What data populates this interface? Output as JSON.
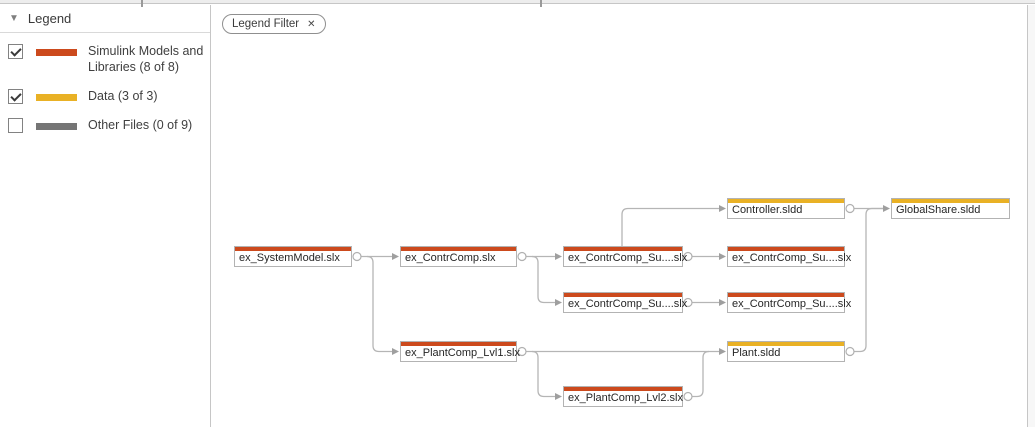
{
  "legend": {
    "title": "Legend",
    "items": [
      {
        "label": "Simulink Models and Libraries (8 of 8)",
        "checked": true,
        "color": "#CC4A1D"
      },
      {
        "label": "Data (3 of 3)",
        "checked": true,
        "color": "#E9B125"
      },
      {
        "label": "Other Files (0 of 9)",
        "checked": false,
        "color": "#757575"
      }
    ]
  },
  "filter_chip": {
    "label": "Legend Filter",
    "close_icon": "✕"
  },
  "graph": {
    "nodes": [
      {
        "id": "ex_SystemModel",
        "label": "ex_SystemModel.slx",
        "type": "model",
        "color": "#CC4A1D"
      },
      {
        "id": "ex_ContrComp",
        "label": "ex_ContrComp.slx",
        "type": "model",
        "color": "#CC4A1D"
      },
      {
        "id": "ex_ContrComp_Sub1",
        "label": "ex_ContrComp_Su....slx",
        "type": "model",
        "color": "#CC4A1D"
      },
      {
        "id": "ex_ContrComp_Sub2",
        "label": "ex_ContrComp_Su....slx",
        "type": "model",
        "color": "#CC4A1D"
      },
      {
        "id": "ex_ContrComp_Sub3",
        "label": "ex_ContrComp_Su....slx",
        "type": "model",
        "color": "#CC4A1D"
      },
      {
        "id": "ex_ContrComp_Sub4",
        "label": "ex_ContrComp_Su....slx",
        "type": "model",
        "color": "#CC4A1D"
      },
      {
        "id": "Controller",
        "label": "Controller.sldd",
        "type": "data",
        "color": "#E9B125"
      },
      {
        "id": "GlobalShare",
        "label": "GlobalShare.sldd",
        "type": "data",
        "color": "#E9B125"
      },
      {
        "id": "ex_PlantComp_Lvl1",
        "label": "ex_PlantComp_Lvl1.slx",
        "type": "model",
        "color": "#CC4A1D"
      },
      {
        "id": "Plant",
        "label": "Plant.sldd",
        "type": "data",
        "color": "#E9B125"
      },
      {
        "id": "ex_PlantComp_Lvl2",
        "label": "ex_PlantComp_Lvl2.slx",
        "type": "model",
        "color": "#CC4A1D"
      }
    ],
    "edges": [
      {
        "from": "ex_SystemModel",
        "to": "ex_ContrComp"
      },
      {
        "from": "ex_SystemModel",
        "to": "ex_PlantComp_Lvl1"
      },
      {
        "from": "ex_ContrComp",
        "to": "ex_ContrComp_Sub1"
      },
      {
        "from": "ex_ContrComp",
        "to": "ex_ContrComp_Sub3"
      },
      {
        "from": "ex_ContrComp_Sub1",
        "to": "Controller"
      },
      {
        "from": "ex_ContrComp_Sub1",
        "to": "ex_ContrComp_Sub2"
      },
      {
        "from": "ex_ContrComp_Sub3",
        "to": "ex_ContrComp_Sub4"
      },
      {
        "from": "Controller",
        "to": "GlobalShare"
      },
      {
        "from": "ex_PlantComp_Lvl1",
        "to": "Plant"
      },
      {
        "from": "ex_PlantComp_Lvl1",
        "to": "ex_PlantComp_Lvl2"
      },
      {
        "from": "ex_PlantComp_Lvl2",
        "to": "Plant"
      },
      {
        "from": "Plant",
        "to": "GlobalShare"
      }
    ]
  },
  "colors": {
    "model": "#CC4A1D",
    "data": "#E9B125",
    "other": "#757575",
    "edge": "#B5B5B5"
  }
}
